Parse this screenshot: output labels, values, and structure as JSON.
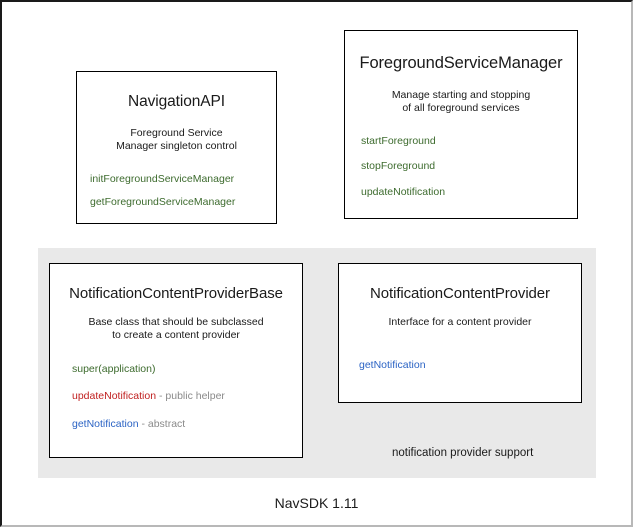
{
  "diagram": {
    "footer_label": "NavSDK 1.11",
    "colors": {
      "accent_green": "#3d6b2e",
      "accent_red": "#c02020",
      "accent_blue": "#2b63c4",
      "note_gray": "#8a8a8a",
      "panel_gray": "#e9e9e9",
      "border_black": "#000000"
    },
    "boxes": [
      {
        "id": "navigation-api",
        "title": "NavigationAPI",
        "description": [
          "Foreground Service",
          "Manager singleton control"
        ],
        "members": [
          {
            "name": "initForegroundServiceManager",
            "color": "green",
            "note": ""
          },
          {
            "name": "getForegroundServiceManager",
            "color": "green",
            "note": ""
          }
        ]
      },
      {
        "id": "foreground-service-manager",
        "title": "ForegroundServiceManager",
        "description": [
          "Manage starting and stopping",
          "of all foreground services"
        ],
        "members": [
          {
            "name": "startForeground",
            "color": "green",
            "note": ""
          },
          {
            "name": "stopForeground",
            "color": "green",
            "note": ""
          },
          {
            "name": "updateNotification",
            "color": "green",
            "note": ""
          }
        ]
      },
      {
        "id": "notification-content-provider-base",
        "title": "NotificationContentProviderBase",
        "description": [
          "Base class that should be subclassed",
          "to create a content provider"
        ],
        "members": [
          {
            "name": "super(application)",
            "color": "green",
            "note": ""
          },
          {
            "name": "updateNotification",
            "color": "red",
            "note": " - public helper"
          },
          {
            "name": "getNotification",
            "color": "blue",
            "note": " - abstract"
          }
        ]
      },
      {
        "id": "notification-content-provider",
        "title": "NotificationContentProvider",
        "description": [
          "Interface for a content provider"
        ],
        "members": [
          {
            "name": "getNotification",
            "color": "blue",
            "note": ""
          }
        ]
      }
    ],
    "group_panel": {
      "caption": "notification provider support"
    }
  }
}
